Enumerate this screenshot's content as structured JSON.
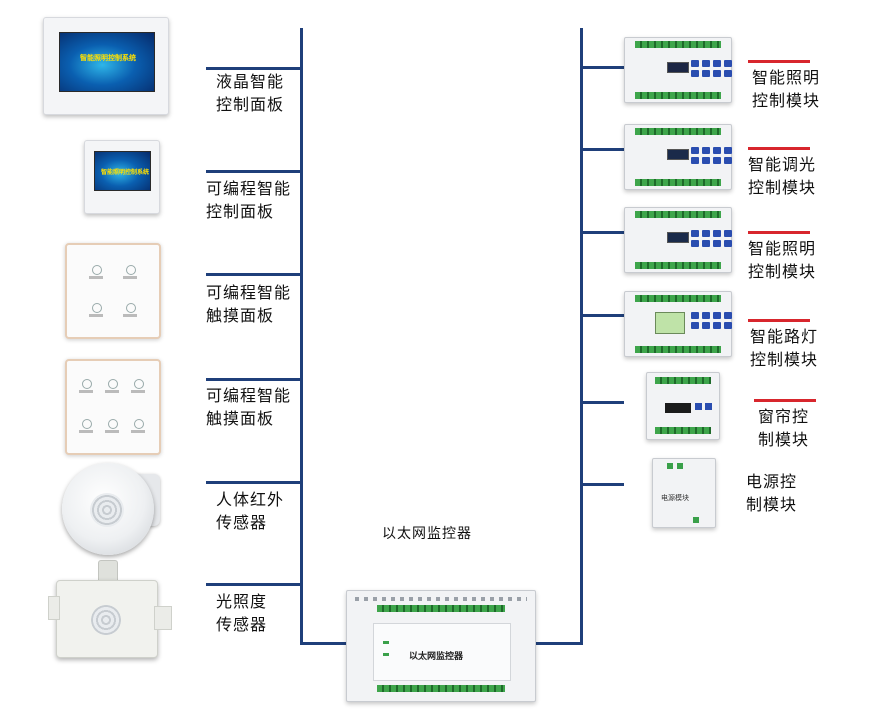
{
  "diagram": {
    "left_devices": [
      {
        "label_line1": "液晶智能",
        "label_line2": "控制面板",
        "screen_text": "智能照明控制系统"
      },
      {
        "label_line1": "可编程智能",
        "label_line2": "控制面板",
        "screen_text": "智能照明控制系统"
      },
      {
        "label_line1": "可编程智能",
        "label_line2": "触摸面板"
      },
      {
        "label_line1": "可编程智能",
        "label_line2": "触摸面板"
      },
      {
        "label_line1": "人体红外",
        "label_line2": "传感器"
      },
      {
        "label_line1": "光照度",
        "label_line2": "传感器"
      }
    ],
    "right_modules": [
      {
        "label_line1": "智能照明",
        "label_line2": "控制模块"
      },
      {
        "label_line1": "智能调光",
        "label_line2": "控制模块"
      },
      {
        "label_line1": "智能照明",
        "label_line2": "控制模块"
      },
      {
        "label_line1": "智能路灯",
        "label_line2": "控制模块"
      },
      {
        "label_line1": "窗帘控",
        "label_line2": "制模块"
      },
      {
        "label_line1": "电源控",
        "label_line2": "制模块",
        "device_text": "电源模块"
      }
    ],
    "center": {
      "label": "以太网监控器",
      "device_text": "以太网监控器"
    },
    "colors": {
      "bus": "#1f3f7a",
      "accent": "#d8262d"
    }
  }
}
